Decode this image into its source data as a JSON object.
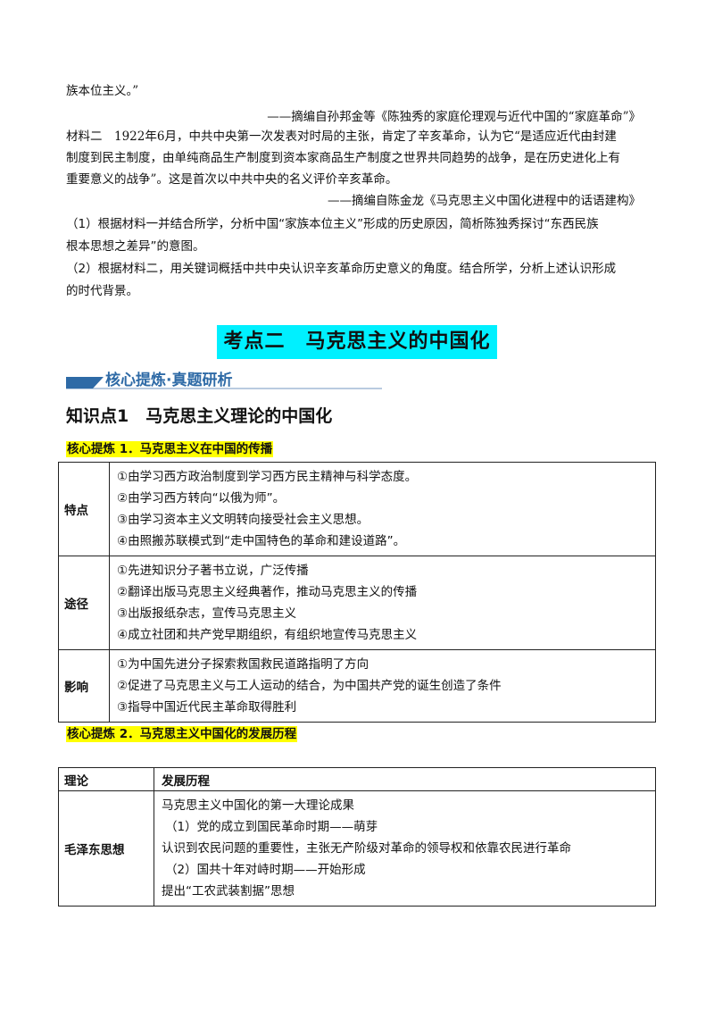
{
  "top_text": {
    "l1": "族本位主义。”",
    "src1": "——摘编自孙邦金等《陈独秀的家庭伦理观与近代中国的“家庭革命”》",
    "l2": "材料二　1922年6月，中共中央第一次发表对时局的主张，肯定了辛亥革命，认为它“是适应近代由封建",
    "l3": "制度到民主制度，由单纯商品生产制度到资本家商品生产制度之世界共同趋势的战争，是在历史进化上有",
    "l4": "重要意义的战争”。这是首次以中共中央的名义评价辛亥革命。",
    "src2": "——摘编自陈金龙《马克思主义中国化进程中的话语建构》",
    "q1a": "（1）根据材料一并结合所学，分析中国“家族本位主义”形成的历史原因，简析陈独秀探讨“东西民族",
    "q1b": "根本思想之差异”的意图。",
    "q2a": "（2）根据材料二，用关键词概括中共中央认识辛亥革命历史意义的角度。结合所学，分析上述认识形成",
    "q2b": "的时代背景。"
  },
  "section_title": "考点二　马克思主义的中国化",
  "banner": "核心提炼·真题研析",
  "knowledge_point": "知识点1　马克思主义理论的中国化",
  "core1": {
    "heading": "核心提炼 1．马克思主义在中国的传播",
    "rows": [
      {
        "head": "特点",
        "items": [
          "①由学习西方政治制度到学习西方民主精神与科学态度。",
          "②由学习西方转向“以俄为师”。",
          "③由学习资本主义文明转向接受社会主义思想。",
          "④由照搬苏联模式到“走中国特色的革命和建设道路”。"
        ]
      },
      {
        "head": "途径",
        "items": [
          "①先进知识分子著书立说，广泛传播",
          "②翻译出版马克思主义经典著作，推动马克思主义的传播",
          "③出版报纸杂志，宣传马克思主义",
          "④成立社团和共产党早期组织，有组织地宣传马克思主义"
        ]
      },
      {
        "head": "影响",
        "items": [
          "①为中国先进分子探索救国救民道路指明了方向",
          "②促进了马克思主义与工人运动的结合，为中国共产党的诞生创造了条件",
          "③指导中国近代民主革命取得胜利"
        ]
      }
    ]
  },
  "core2": {
    "heading": "核心提炼 2．马克思主义中国化的发展历程",
    "col_theory": "理论",
    "col_history": "发展历程",
    "row": {
      "head": "毛泽东思想",
      "items": [
        "马克思主义中国化的第一大理论成果",
        "（1）党的成立到国民革命时期——萌芽",
        "认识到农民问题的重要性，主张无产阶级对革命的领导权和依靠农民进行革命",
        "（2）国共十年对峙时期——开始形成",
        "提出“工农武装割据”思想"
      ]
    }
  }
}
